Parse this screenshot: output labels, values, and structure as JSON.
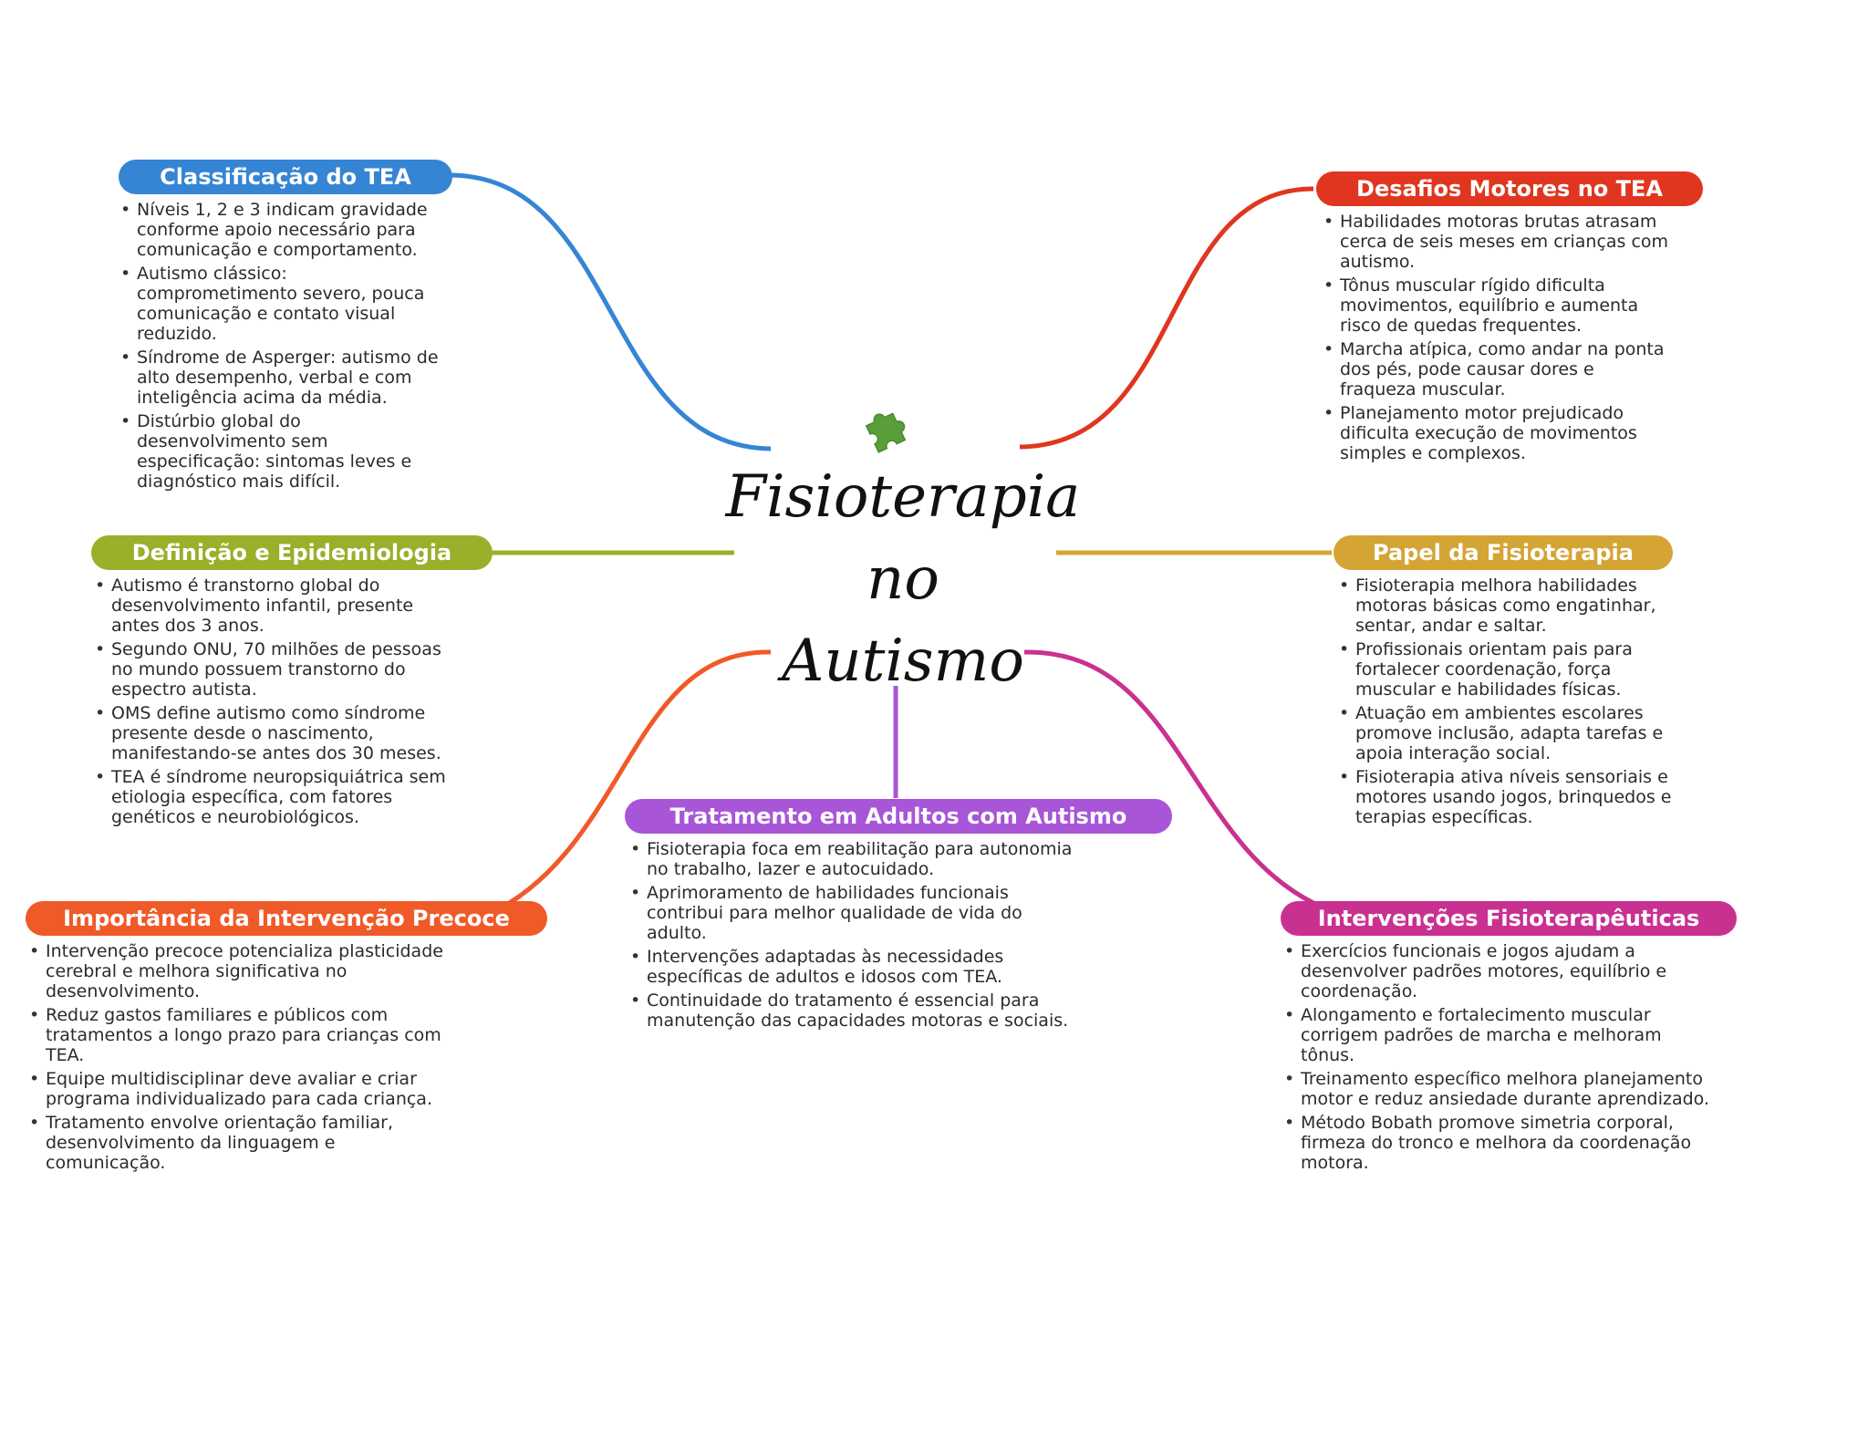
{
  "center": {
    "title_lines": [
      "Fisioterapia",
      "no",
      "Autismo"
    ],
    "icon": "puzzle-piece-icon",
    "icon_color": "#5a9e3a"
  },
  "branches": {
    "classificacao": {
      "title": "Classificação do TEA",
      "color": "#3585d4",
      "items": [
        "Níveis 1, 2 e 3 indicam gravidade conforme apoio necessário para comunicação e comportamento.",
        "Autismo clássico: comprometimento severo, pouca comunicação e contato visual reduzido.",
        "Síndrome de Asperger: autismo de alto desempenho, verbal e com inteligência acima da média.",
        "Distúrbio global do desenvolvimento sem especificação: sintomas leves e diagnóstico mais difícil."
      ]
    },
    "definicao": {
      "title": "Definição e Epidemiologia",
      "color": "#9aaf2a",
      "items": [
        "Autismo é transtorno global do desenvolvimento infantil, presente antes dos 3 anos.",
        "Segundo ONU, 70 milhões de pessoas no mundo possuem transtorno do espectro autista.",
        "OMS define autismo como síndrome presente desde o nascimento, manifestando-se antes dos 30 meses.",
        "TEA é síndrome neuropsiquiátrica sem etiologia específica, com fatores genéticos e neurobiológicos."
      ]
    },
    "importancia": {
      "title": "Importância da Intervenção Precoce",
      "color": "#f05a28",
      "items": [
        "Intervenção precoce potencializa plasticidade cerebral e melhora significativa no desenvolvimento.",
        "Reduz gastos familiares e públicos com tratamentos a longo prazo para crianças com TEA.",
        "Equipe multidisciplinar deve avaliar e criar programa individualizado para cada criança.",
        "Tratamento envolve orientação familiar, desenvolvimento da linguagem e comunicação."
      ]
    },
    "tratamento": {
      "title": "Tratamento em Adultos com Autismo",
      "color": "#a855d8",
      "items": [
        "Fisioterapia foca em reabilitação para autonomia no trabalho, lazer e autocuidado.",
        "Aprimoramento de habilidades funcionais contribui para melhor qualidade de vida do adulto.",
        "Intervenções adaptadas às necessidades específicas de adultos e idosos com TEA.",
        "Continuidade do tratamento é essencial para manutenção das capacidades motoras e sociais."
      ]
    },
    "desafios": {
      "title": "Desafios Motores no TEA",
      "color": "#e0361f",
      "items": [
        "Habilidades motoras brutas atrasam cerca de seis meses em crianças com autismo.",
        "Tônus muscular rígido dificulta movimentos, equilíbrio e aumenta risco de quedas frequentes.",
        "Marcha atípica, como andar na ponta dos pés, pode causar dores e fraqueza muscular.",
        "Planejamento motor prejudicado dificulta execução de movimentos simples e complexos."
      ]
    },
    "papel": {
      "title": "Papel da Fisioterapia",
      "color": "#d4a534",
      "items": [
        "Fisioterapia melhora habilidades motoras básicas como engatinhar, sentar, andar e saltar.",
        "Profissionais orientam pais para fortalecer coordenação, força muscular e habilidades físicas.",
        "Atuação em ambientes escolares promove inclusão, adapta tarefas e apoia interação social.",
        "Fisioterapia ativa níveis sensoriais e motores usando jogos, brinquedos e terapias específicas."
      ]
    },
    "intervencoes": {
      "title": "Intervenções Fisioterapêuticas",
      "color": "#c93191",
      "items": [
        "Exercícios funcionais e jogos ajudam a desenvolver padrões motores, equilíbrio e coordenação.",
        "Alongamento e fortalecimento muscular corrigem padrões de marcha e melhoram tônus.",
        "Treinamento específico melhora planejamento motor e reduz ansiedade durante aprendizado.",
        "Método Bobath promove simetria corporal, firmeza do tronco e melhora da coordenação motora."
      ]
    }
  }
}
